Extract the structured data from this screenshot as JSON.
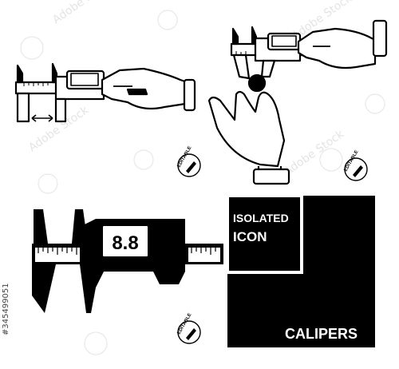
{
  "colors": {
    "ink": "#000000",
    "paper": "#ffffff",
    "watermark": "#e6e6e6"
  },
  "badge": {
    "label": "EDITABLE",
    "icon": "pencil-icon"
  },
  "icon_tile": {
    "top_label_line1": "ISOLATED",
    "top_label_line2": "ICON",
    "bottom_label": "CALIPERS"
  },
  "digital_display": {
    "reading": "8.8"
  },
  "watermark": {
    "brand": "Adobe Stock",
    "asset_id": "#345499051"
  }
}
